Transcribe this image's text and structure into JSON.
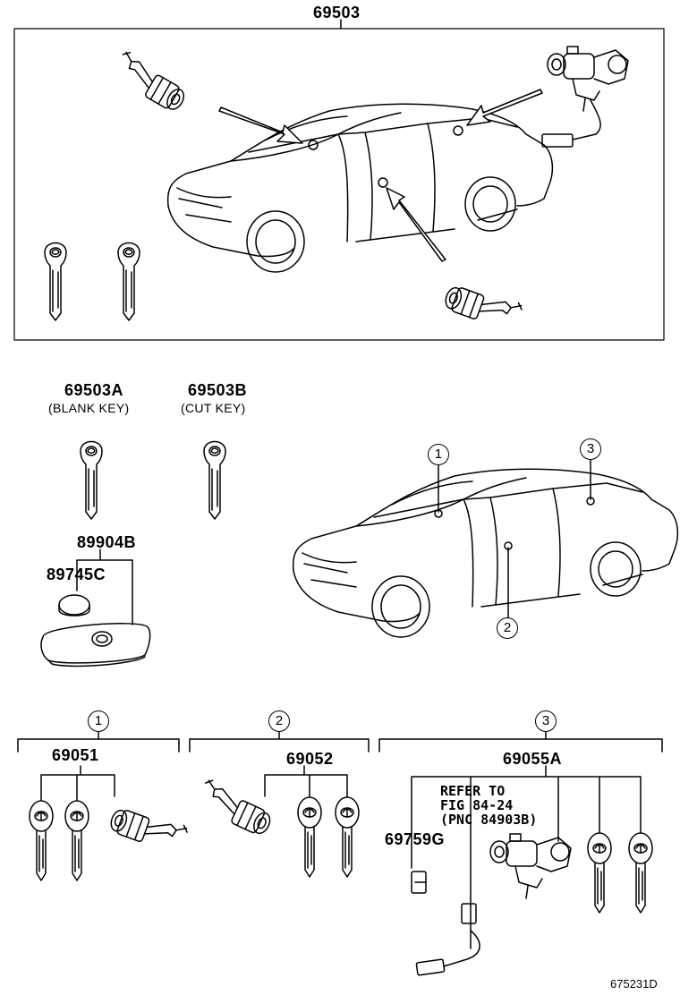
{
  "parts": {
    "main_set": "69503",
    "blank_key": "69503A",
    "blank_key_note": "(BLANK KEY)",
    "cut_key": "69503B",
    "cut_key_note": "(CUT KEY)",
    "transmitter": "89904B",
    "battery": "89745C",
    "door_cylinder_set": "69051",
    "door_cylinder_rh_set": "69052",
    "ignition_set": "69055A",
    "ignition_sub": "69759G"
  },
  "reference": {
    "line1": "REFER TO",
    "line2": "FIG 84-24",
    "line3": "(PNC 84903B)"
  },
  "callouts": {
    "c1": "1",
    "c2": "2",
    "c3": "3"
  },
  "diagram_id": "675231D"
}
